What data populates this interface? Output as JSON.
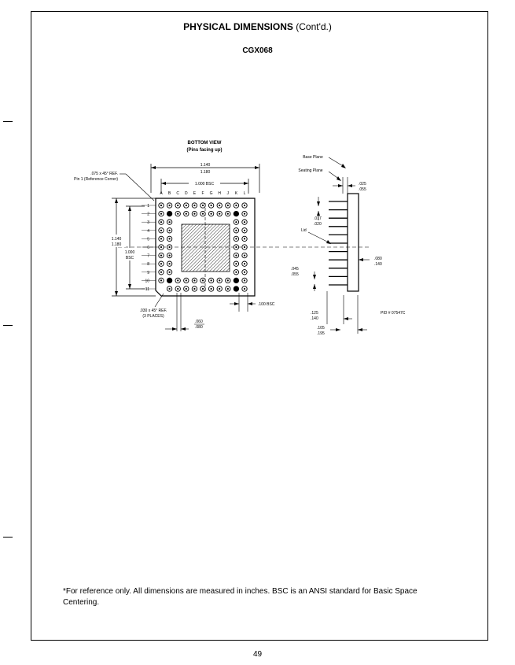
{
  "header": {
    "title": "PHYSICAL DIMENSIONS",
    "title_suffix": "(Cont'd.)",
    "part": "CGX068"
  },
  "drawing": {
    "view_title": "BOTTOM VIEW",
    "view_subtitle": "(Pins facing up)",
    "outer_width": [
      "1.140",
      "1.180"
    ],
    "inner_width": "1.000 BSC",
    "corner_ref": ".075 x 45° REF.",
    "pin1": "Pin 1 (Reference Corner)",
    "columns": [
      "A",
      "B",
      "C",
      "D",
      "E",
      "F",
      "G",
      "H",
      "J",
      "K",
      "L"
    ],
    "rows": [
      "1",
      "2",
      "3",
      "4",
      "5",
      "6",
      "7",
      "8",
      "9",
      "10",
      "11"
    ],
    "left_outer": [
      "1.140",
      "1.180"
    ],
    "left_inner": [
      "1.000",
      "BSC"
    ],
    "chamfer": ".030 x 45° REF.",
    "chamfer_places": "(3 PLACES)",
    "pin_dia": [
      ".060",
      ".080"
    ],
    "pitch": ".100 BSC",
    "base_plane": "Base Plane",
    "seating_plane": "Seating Plane",
    "d1": [
      ".025",
      ".055"
    ],
    "d2": [
      ".017",
      ".020"
    ],
    "lid": "Lid",
    "d3": [
      ".045",
      ".055"
    ],
    "d4": [
      ".080",
      ".140"
    ],
    "d5": [
      ".125",
      ".140"
    ],
    "d6": [
      ".105",
      ".195"
    ],
    "pid": "PID # 07547C"
  },
  "footnote": "*For reference only. All dimensions are measured in inches. BSC is an ANSI standard for Basic Space Centering.",
  "page_number": "49"
}
